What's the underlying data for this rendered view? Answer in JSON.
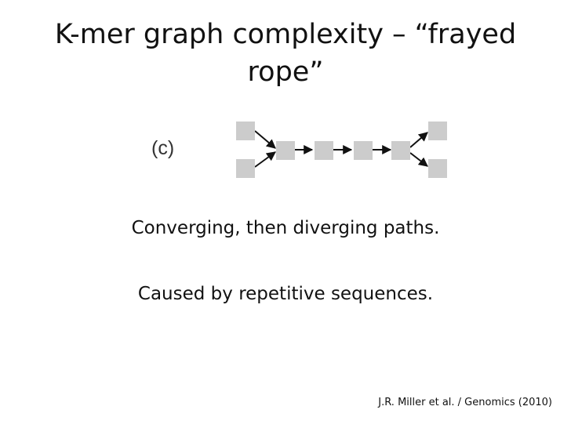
{
  "slide": {
    "title": "K-mer graph complexity – “frayed rope”",
    "panel_label": "(c)",
    "line1": "Converging, then diverging paths.",
    "line2": "Caused by repetitive sequences.",
    "citation": "J.R. Miller et al. / Genomics (2010)"
  },
  "colors": {
    "node": "#cccccc",
    "edge": "#111111"
  },
  "diagram": {
    "nodes": [
      "in-top",
      "in-bottom",
      "c1",
      "c2",
      "c3",
      "c4",
      "out-top",
      "out-bottom"
    ],
    "edges": [
      [
        "in-top",
        "c1"
      ],
      [
        "in-bottom",
        "c1"
      ],
      [
        "c1",
        "c2"
      ],
      [
        "c2",
        "c3"
      ],
      [
        "c3",
        "c4"
      ],
      [
        "c4",
        "out-top"
      ],
      [
        "c4",
        "out-bottom"
      ]
    ]
  }
}
